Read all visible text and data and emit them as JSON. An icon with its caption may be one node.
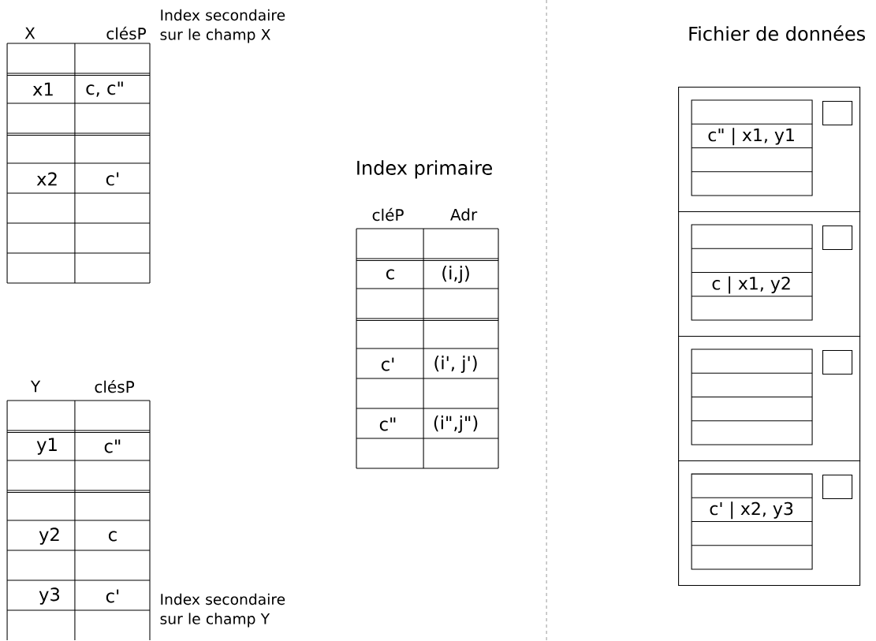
{
  "diagram": {
    "nodes": [
      {
        "text": [
          "c\" | x1, y1"
        ]
      },
      {
        "text": [],
        "shape": "box",
        "in": 0
      },
      {
        "text": [
          "c | x1, y2"
        ]
      },
      {
        "text": [],
        "shape": "box",
        "in": 2
      },
      {
        "text": [],
        "shape": "box"
      },
      {
        "text": [],
        "shape": "box",
        "in": 4
      },
      {
        "text": [
          "c' | x2, y3"
        ]
      },
      {
        "text": [],
        "shape": "box",
        "in": 6
      }
    ],
    "edges": [],
    "labels": [
      "X",
      "clésP",
      "Index secondaire sur le champ X",
      "x1",
      "c, c\"",
      "x2",
      "c'",
      "Index primaire",
      "cléP",
      "Adr",
      "c",
      "(i,j)",
      "c'",
      "(i', j')",
      "c\"",
      "(i\",j\")",
      "Fichier de données",
      "Y",
      "clésP",
      "y1",
      "c\"",
      "y2",
      "c",
      "y3",
      "c'",
      "Index secondaire sur le champ Y"
    ]
  }
}
